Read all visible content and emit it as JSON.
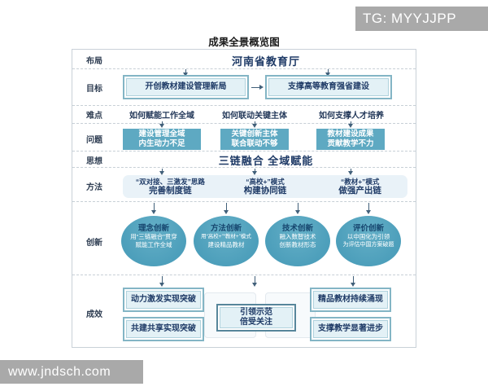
{
  "watermarks": {
    "top_right": "TG: MYYJJPP",
    "bottom_left": "www.jndsch.com"
  },
  "title": "成果全景概览图",
  "colors": {
    "teal_box": "#5ea9c2",
    "ellipse_teal": "#4d9fbb",
    "light_fill": "#e3f1f6",
    "navy_text": "#1e3a66",
    "watermark_bg": "#a9a9a9"
  },
  "rows": {
    "buju": {
      "label": "布局",
      "content": "河南省教育厅"
    },
    "mubiao": {
      "label": "目标",
      "box1": "开创教材建设管理新局",
      "box2": "支撑高等教育强省建设"
    },
    "nandian": {
      "label": "难点",
      "items": [
        "如何赋能工作全域",
        "如何联动关键主体",
        "如何支撑人才培养"
      ]
    },
    "wenti": {
      "label": "问题",
      "boxes": [
        {
          "line1": "建设管理全域",
          "line2": "内生动力不足"
        },
        {
          "line1": "关键创新主体",
          "line2": "联合联动不够"
        },
        {
          "line1": "教材建设成果",
          "line2": "贡献教学不力"
        }
      ]
    },
    "sixiang": {
      "label": "思想",
      "content": "三链融合 全域赋能"
    },
    "fangfa": {
      "label": "方法",
      "cols": [
        {
          "line1": "“双对接、三激发”思路",
          "line2": "完善制度链"
        },
        {
          "line1": "“高校+”模式",
          "line2": "构建协同链"
        },
        {
          "line1": "“教材+”模式",
          "line2": "做强产出链"
        }
      ]
    },
    "chuangxin": {
      "label": "创新",
      "ellipses": [
        {
          "title": "理念创新",
          "line1": "用“三链融合”贯穿",
          "line2": "赋能工作全域"
        },
        {
          "title": "方法创新",
          "line1": "用“高校+”“教材+”模式",
          "line2": "建设精品教材"
        },
        {
          "title": "技术创新",
          "line1": "融入数智技术",
          "line2": "创新教材形态"
        },
        {
          "title": "评价创新",
          "line1": "以中国化为引领",
          "line2": "为评估中国方案破题"
        }
      ]
    },
    "chengxiao": {
      "label": "成效",
      "left1": "动力激发实现突破",
      "left2": "共建共享实现突破",
      "middle_line1": "引领示范",
      "middle_line2": "倍受关注",
      "right1": "精品教材持续涌现",
      "right2": "支撑教学显著进步"
    }
  }
}
